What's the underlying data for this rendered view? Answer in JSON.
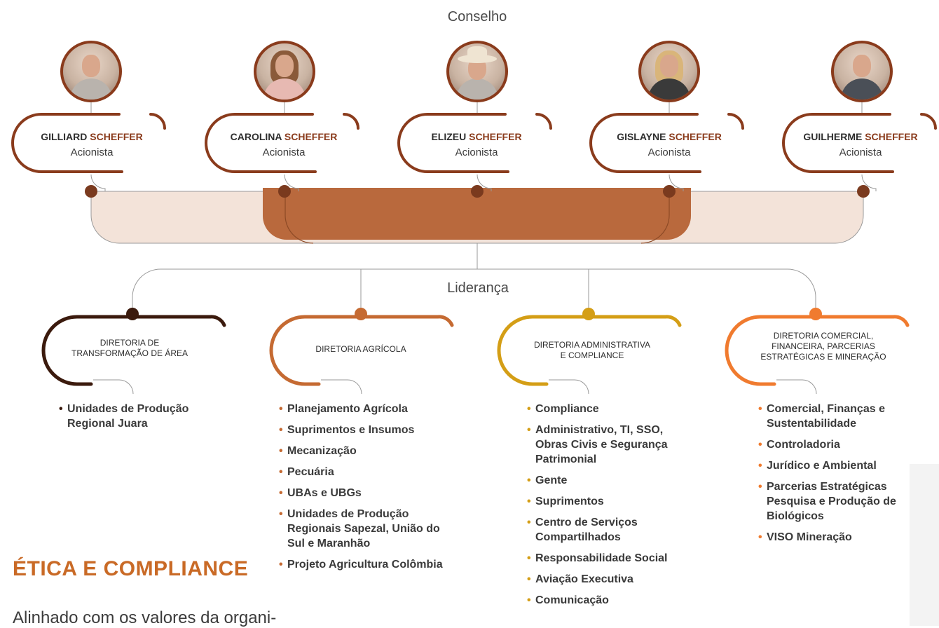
{
  "council": {
    "label": "Conselho",
    "members": [
      {
        "first": "GILLIARD",
        "last": "SCHEFFER",
        "role": "Acionista",
        "avatar": "man-short-hair"
      },
      {
        "first": "CAROLINA",
        "last": "SCHEFFER",
        "role": "Acionista",
        "avatar": "woman-brown-hair"
      },
      {
        "first": "ELIZEU",
        "last": "SCHEFFER",
        "role": "Acionista",
        "avatar": "man-white-hat"
      },
      {
        "first": "GISLAYNE",
        "last": "SCHEFFER",
        "role": "Acionista",
        "avatar": "woman-blonde-hair"
      },
      {
        "first": "GUILHERME",
        "last": "SCHEFFER",
        "role": "Acionista",
        "avatar": "man-beard"
      }
    ]
  },
  "leadership": {
    "label": "Liderança",
    "directorates": [
      {
        "title_lines": [
          "DIRETORIA DE",
          "TRANSFORMAÇÃO DE ÁREA"
        ],
        "color": "#3b1a0d",
        "items": [
          "Unidades de Produção Regional Juara"
        ]
      },
      {
        "title_lines": [
          "DIRETORIA AGRÍCOLA"
        ],
        "color": "#c56a32",
        "items": [
          "Planejamento Agrícola",
          "Suprimentos e Insumos",
          "Mecanização",
          "Pecuária",
          "UBAs e UBGs",
          "Unidades de Produção Regionais Sapezal, União do Sul e Maranhão",
          "Projeto Agricultura Colômbia"
        ]
      },
      {
        "title_lines": [
          "DIRETORIA ADMINISTRATIVA",
          "E COMPLIANCE"
        ],
        "color": "#d49e16",
        "items": [
          "Compliance",
          "Administrativo, TI, SSO, Obras Civis e Segurança Patrimonial",
          "Gente",
          "Suprimentos",
          "Centro de Serviços Compartilhados",
          "Responsabilidade Social",
          "Aviação Executiva",
          "Comunicação"
        ]
      },
      {
        "title_lines": [
          "DIRETORIA COMERCIAL,",
          "FINANCEIRA, PARCERIAS",
          "ESTRATÉGICAS E MINERAÇÃO"
        ],
        "color": "#f07b2f",
        "items": [
          "Comercial, Finanças e Sustentabilidade",
          "Controladoria",
          "Jurídico e Ambiental",
          "Parcerias Estratégicas Pesquisa e Produção de Biológicos",
          "VISO Mineração"
        ]
      }
    ]
  },
  "ethics": {
    "heading": "ÉTICA E COMPLIANCE",
    "text": "Alinhado com os valores da organi-"
  },
  "colors": {
    "council_arc": "#8a3b1c",
    "council_dot": "#7a3a1e",
    "band_light": "#f3e3d9",
    "band_dark": "#b9693d",
    "connector": "#9a9a9a",
    "heading": "#c96a26"
  }
}
